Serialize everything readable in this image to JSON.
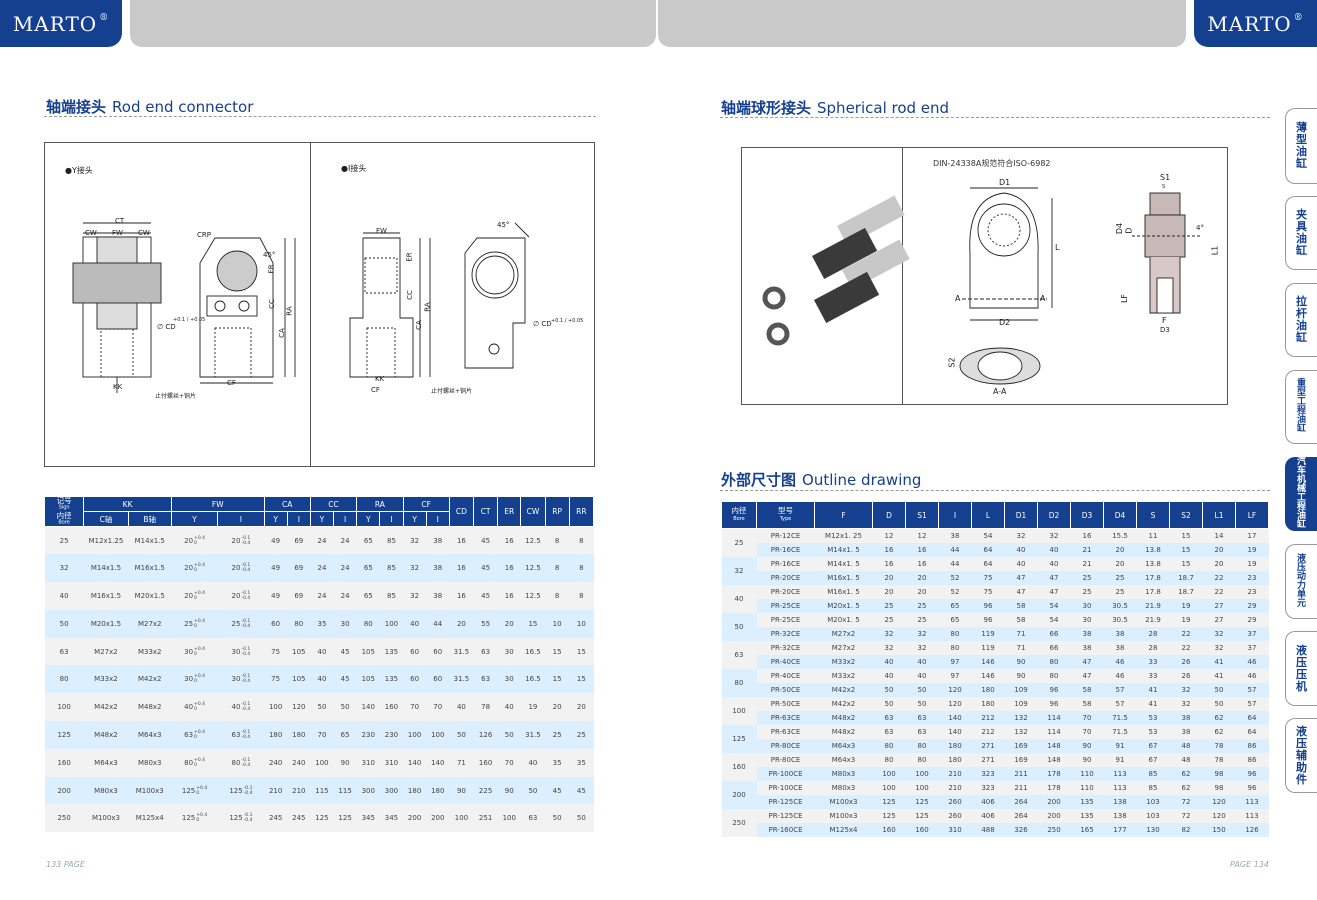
{
  "header": {
    "brand": "MARTO",
    "reg": "®"
  },
  "left": {
    "title_cn": "轴端接头",
    "title_en": "Rod end connector",
    "y_label": "●Y接头",
    "i_label": "●I接头",
    "dims": {
      "ct": "CT",
      "cw": "CW",
      "fw": "FW",
      "crp": "CRP",
      "er": "ER",
      "cc": "CC",
      "ra": "RA",
      "ca": "CA",
      "cd": "∅ CD",
      "tol": "+0.1 / +0.05",
      "kk": "KK",
      "cf": "CF",
      "note": "止付螺丝+铜片",
      "angle": "45°"
    },
    "table": {
      "h1": [
        "记号",
        "KK",
        "FW",
        "CA",
        "CC",
        "RA",
        "CF",
        "CD",
        "CT",
        "ER",
        "CW",
        "RP",
        "RR"
      ],
      "h_sign": "Sign",
      "h_bore_cn": "内径",
      "h_bore_en": "Bore",
      "h2": [
        "C轴",
        "B轴",
        "Y",
        "I",
        "Y",
        "I",
        "Y",
        "I",
        "Y",
        "I",
        "Y",
        "I"
      ],
      "rows": [
        [
          "25",
          "M12x1.25",
          "M14x1.5",
          "20",
          "20",
          "49",
          "69",
          "24",
          "24",
          "65",
          "85",
          "32",
          "38",
          "16",
          "45",
          "16",
          "12.5",
          "8",
          "8"
        ],
        [
          "32",
          "M14x1.5",
          "M16x1.5",
          "20",
          "20",
          "49",
          "69",
          "24",
          "24",
          "65",
          "85",
          "32",
          "38",
          "16",
          "45",
          "16",
          "12.5",
          "8",
          "8"
        ],
        [
          "40",
          "M16x1.5",
          "M20x1.5",
          "20",
          "20",
          "49",
          "69",
          "24",
          "24",
          "65",
          "85",
          "32",
          "38",
          "16",
          "45",
          "16",
          "12.5",
          "8",
          "8"
        ],
        [
          "50",
          "M20x1.5",
          "M27x2",
          "25",
          "25",
          "60",
          "80",
          "35",
          "30",
          "80",
          "100",
          "40",
          "44",
          "20",
          "55",
          "20",
          "15",
          "10",
          "10"
        ],
        [
          "63",
          "M27x2",
          "M33x2",
          "30",
          "30",
          "75",
          "105",
          "40",
          "45",
          "105",
          "135",
          "60",
          "60",
          "31.5",
          "63",
          "30",
          "16.5",
          "15",
          "15"
        ],
        [
          "80",
          "M33x2",
          "M42x2",
          "30",
          "30",
          "75",
          "105",
          "40",
          "45",
          "105",
          "135",
          "60",
          "60",
          "31.5",
          "63",
          "30",
          "16.5",
          "15",
          "15"
        ],
        [
          "100",
          "M42x2",
          "M48x2",
          "40",
          "40",
          "100",
          "120",
          "50",
          "50",
          "140",
          "160",
          "70",
          "70",
          "40",
          "78",
          "40",
          "19",
          "20",
          "20"
        ],
        [
          "125",
          "M48x2",
          "M64x3",
          "63",
          "63",
          "180",
          "180",
          "70",
          "65",
          "230",
          "230",
          "100",
          "100",
          "50",
          "126",
          "50",
          "31.5",
          "25",
          "25"
        ],
        [
          "160",
          "M64x3",
          "M80x3",
          "80",
          "80",
          "240",
          "240",
          "100",
          "90",
          "310",
          "310",
          "140",
          "140",
          "71",
          "160",
          "70",
          "40",
          "35",
          "35"
        ],
        [
          "200",
          "M80x3",
          "M100x3",
          "125",
          "125",
          "210",
          "210",
          "115",
          "115",
          "300",
          "300",
          "180",
          "180",
          "90",
          "225",
          "90",
          "50",
          "45",
          "45"
        ],
        [
          "250",
          "M100x3",
          "M125x4",
          "125",
          "125",
          "245",
          "245",
          "125",
          "125",
          "345",
          "345",
          "200",
          "200",
          "100",
          "251",
          "100",
          "63",
          "50",
          "50"
        ]
      ],
      "tol_y": [
        "+0.4",
        "0"
      ],
      "tol_i": [
        "-0.1",
        "-0.4"
      ]
    },
    "page": "133 PAGE"
  },
  "right": {
    "title_cn": "轴端球形接头",
    "title_en": "Spherical rod end",
    "standard": "DIN-24338A规范符合ISO-6982",
    "dims": {
      "d1": "D1",
      "d2": "D2",
      "d3": "D3",
      "d4": "D4",
      "d": "D",
      "l": "L",
      "l1": "L1",
      "lf": "LF",
      "s1": "S1",
      "s": "S",
      "s2": "S2",
      "a": "A",
      "aa": "A-A",
      "f": "F",
      "ang": "4°"
    },
    "outline_cn": "外部尺寸图",
    "outline_en": "Outline drawing",
    "table": {
      "headers": [
        "F",
        "D",
        "S1",
        "I",
        "L",
        "D1",
        "D2",
        "D3",
        "D4",
        "S",
        "S2",
        "L1",
        "LF"
      ],
      "h_bore_cn": "内径",
      "h_bore_en": "Bore",
      "h_type_cn": "型号",
      "h_type_en": "Type",
      "groups": [
        {
          "bore": "25",
          "rows": [
            [
              "PR-12CE",
              "M12x1. 25",
              "12",
              "12",
              "38",
              "54",
              "32",
              "32",
              "16",
              "15.5",
              "11",
              "15",
              "14",
              "17"
            ],
            [
              "PR-16CE",
              "M14x1. 5",
              "16",
              "16",
              "44",
              "64",
              "40",
              "40",
              "21",
              "20",
              "13.8",
              "15",
              "20",
              "19"
            ]
          ]
        },
        {
          "bore": "32",
          "rows": [
            [
              "PR-16CE",
              "M14x1. 5",
              "16",
              "16",
              "44",
              "64",
              "40",
              "40",
              "21",
              "20",
              "13.8",
              "15",
              "20",
              "19"
            ],
            [
              "PR-20CE",
              "M16x1. 5",
              "20",
              "20",
              "52",
              "75",
              "47",
              "47",
              "25",
              "25",
              "17.8",
              "18.7",
              "22",
              "23"
            ]
          ]
        },
        {
          "bore": "40",
          "rows": [
            [
              "PR-20CE",
              "M16x1. 5",
              "20",
              "20",
              "52",
              "75",
              "47",
              "47",
              "25",
              "25",
              "17.8",
              "18.7",
              "22",
              "23"
            ],
            [
              "PR-25CE",
              "M20x1. 5",
              "25",
              "25",
              "65",
              "96",
              "58",
              "54",
              "30",
              "30.5",
              "21.9",
              "19",
              "27",
              "29"
            ]
          ]
        },
        {
          "bore": "50",
          "rows": [
            [
              "PR-25CE",
              "M20x1. 5",
              "25",
              "25",
              "65",
              "96",
              "58",
              "54",
              "30",
              "30.5",
              "21.9",
              "19",
              "27",
              "29"
            ],
            [
              "PR-32CE",
              "M27x2",
              "32",
              "32",
              "80",
              "119",
              "71",
              "66",
              "38",
              "38",
              "28",
              "22",
              "32",
              "37"
            ]
          ]
        },
        {
          "bore": "63",
          "rows": [
            [
              "PR-32CE",
              "M27x2",
              "32",
              "32",
              "80",
              "119",
              "71",
              "66",
              "38",
              "38",
              "28",
              "22",
              "32",
              "37"
            ],
            [
              "PR-40CE",
              "M33x2",
              "40",
              "40",
              "97",
              "146",
              "90",
              "80",
              "47",
              "46",
              "33",
              "26",
              "41",
              "46"
            ]
          ]
        },
        {
          "bore": "80",
          "rows": [
            [
              "PR-40CE",
              "M33x2",
              "40",
              "40",
              "97",
              "146",
              "90",
              "80",
              "47",
              "46",
              "33",
              "26",
              "41",
              "46"
            ],
            [
              "PR-50CE",
              "M42x2",
              "50",
              "50",
              "120",
              "180",
              "109",
              "96",
              "58",
              "57",
              "41",
              "32",
              "50",
              "57"
            ]
          ]
        },
        {
          "bore": "100",
          "rows": [
            [
              "PR-50CE",
              "M42x2",
              "50",
              "50",
              "120",
              "180",
              "109",
              "96",
              "58",
              "57",
              "41",
              "32",
              "50",
              "57"
            ],
            [
              "PR-63CE",
              "M48x2",
              "63",
              "63",
              "140",
              "212",
              "132",
              "114",
              "70",
              "71.5",
              "53",
              "38",
              "62",
              "64"
            ]
          ]
        },
        {
          "bore": "125",
          "rows": [
            [
              "PR-63CE",
              "M48x2",
              "63",
              "63",
              "140",
              "212",
              "132",
              "114",
              "70",
              "71.5",
              "53",
              "38",
              "62",
              "64"
            ],
            [
              "PR-80CE",
              "M64x3",
              "80",
              "80",
              "180",
              "271",
              "169",
              "148",
              "90",
              "91",
              "67",
              "48",
              "78",
              "86"
            ]
          ]
        },
        {
          "bore": "160",
          "rows": [
            [
              "PR-80CE",
              "M64x3",
              "80",
              "80",
              "180",
              "271",
              "169",
              "148",
              "90",
              "91",
              "67",
              "48",
              "78",
              "86"
            ],
            [
              "PR-100CE",
              "M80x3",
              "100",
              "100",
              "210",
              "323",
              "211",
              "178",
              "110",
              "113",
              "85",
              "62",
              "98",
              "96"
            ]
          ]
        },
        {
          "bore": "200",
          "rows": [
            [
              "PR-100CE",
              "M80x3",
              "100",
              "100",
              "210",
              "323",
              "211",
              "178",
              "110",
              "113",
              "85",
              "62",
              "98",
              "96"
            ],
            [
              "PR-125CE",
              "M100x3",
              "125",
              "125",
              "260",
              "406",
              "264",
              "200",
              "135",
              "138",
              "103",
              "72",
              "120",
              "113"
            ]
          ]
        },
        {
          "bore": "250",
          "rows": [
            [
              "PR-125CE",
              "M100x3",
              "125",
              "125",
              "260",
              "406",
              "264",
              "200",
              "135",
              "138",
              "103",
              "72",
              "120",
              "113"
            ],
            [
              "PR-160CE",
              "M125x4",
              "160",
              "160",
              "310",
              "488",
              "326",
              "250",
              "165",
              "177",
              "130",
              "82",
              "150",
              "126"
            ]
          ]
        }
      ]
    },
    "page": "PAGE 134"
  },
  "tabs": [
    "薄型油缸",
    "夹具油缸",
    "拉杆油缸",
    "重型工程油缸",
    "汽车机械工程油缸",
    "液压动力单元",
    "液压压机",
    "液压辅助件"
  ],
  "colors": {
    "brand": "#14408f",
    "row_alt": "#dcefff",
    "gray": "#c9c9c9"
  }
}
